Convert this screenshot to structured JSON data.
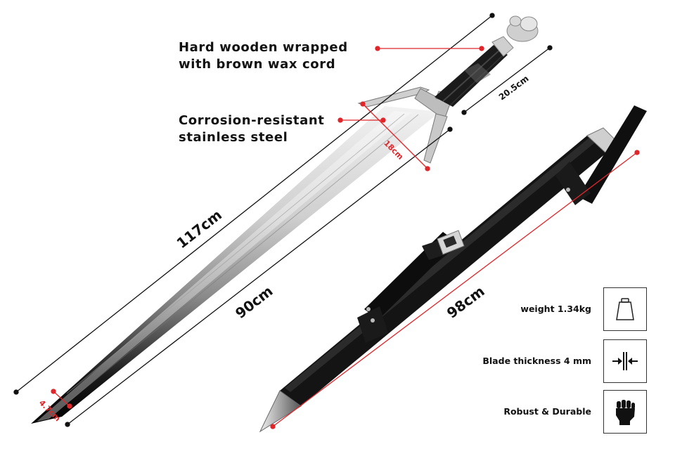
{
  "callouts": {
    "handle_line1": "Hard wooden wrapped",
    "handle_line2": "with brown wax cord",
    "blade_line1": "Corrosion-resistant",
    "blade_line2": "stainless steel"
  },
  "measurements": {
    "overall_length": "117cm",
    "blade_length": "90cm",
    "handle_length": "20.5cm",
    "guard_width": "18cm",
    "tip_width": "4.7cm",
    "scabbard_length": "98cm"
  },
  "features": [
    {
      "label": "weight 1.34kg",
      "icon": "weight-icon"
    },
    {
      "label": "Blade thickness 4 mm",
      "icon": "thickness-arrows-icon"
    },
    {
      "label": "Robust & Durable",
      "icon": "fist-icon"
    }
  ],
  "colors": {
    "measure_red": "#e0262a",
    "scabbard_black": "#141414",
    "steel_light": "#d8d8d8",
    "text": "#111111"
  }
}
